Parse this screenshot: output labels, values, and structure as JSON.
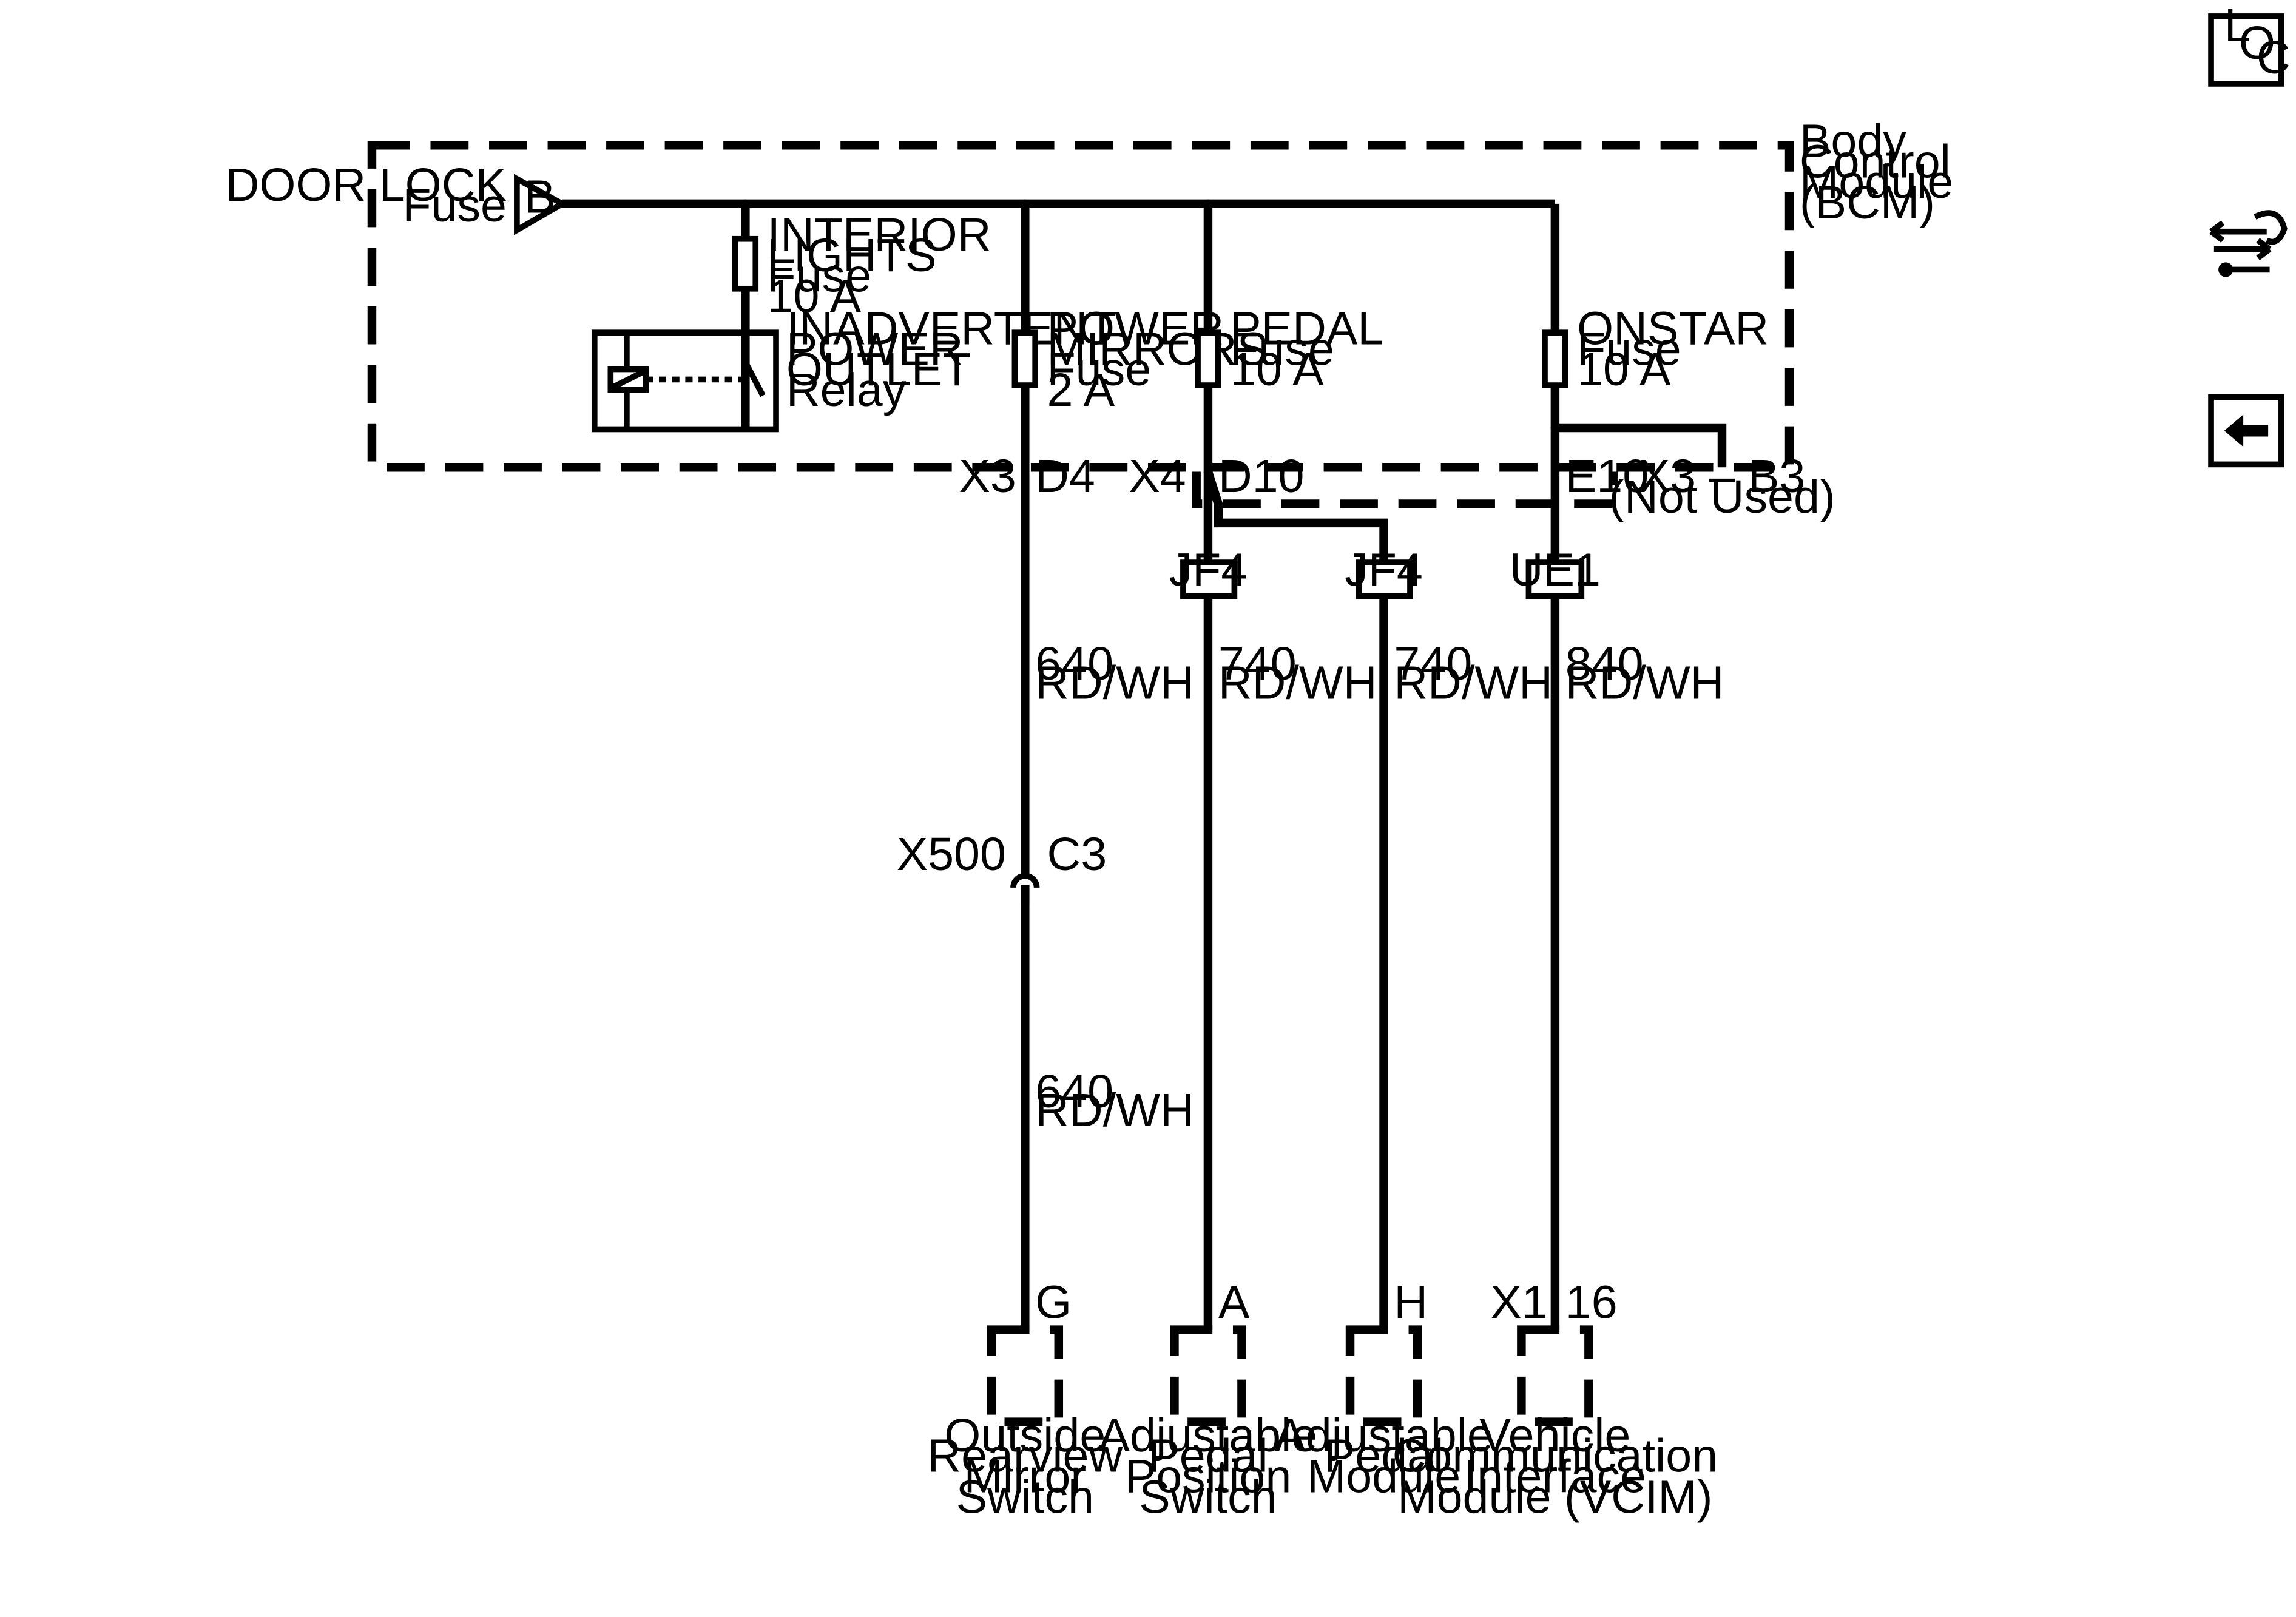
{
  "module": {
    "name_lines": [
      "Body",
      "Control",
      "Module",
      "(BCM)"
    ]
  },
  "door_lock": {
    "label": "DOOR LOCK",
    "sub": "Fuse",
    "symbol": "B"
  },
  "interior_fuse": {
    "lines": [
      "INTERIOR",
      "LIGHTS",
      "Fuse",
      "10 A"
    ]
  },
  "relay": {
    "lines": [
      "INADVERTENT",
      "POWER",
      "OUTLET",
      "Relay"
    ]
  },
  "mirrors_fuse": {
    "lines": [
      "POWER",
      "MIRRORS",
      "Fuse",
      "2 A"
    ]
  },
  "pedal_fuse": {
    "lines": [
      "PEDAL",
      "Fuse",
      "10 A"
    ]
  },
  "onstar_fuse": {
    "lines": [
      "ONSTAR",
      "Fuse",
      "10 A"
    ]
  },
  "connectors": {
    "x3": "X3",
    "d4": "D4",
    "x4": "X4",
    "d10": "D10",
    "e10": "E10",
    "x3b3": "X3 – B3",
    "not_used": "(Not Used)"
  },
  "splices": {
    "jf4_a": "JF4",
    "jf4_b": "JF4",
    "ue1": "UE1"
  },
  "wires": {
    "w640_top": [
      "640",
      "RD/WH"
    ],
    "w740_a": [
      "740",
      "RD/WH"
    ],
    "w740_b": [
      "740",
      "RD/WH"
    ],
    "w840": [
      "840",
      "RD/WH"
    ],
    "w640_bottom": [
      "640",
      "RD/WH"
    ]
  },
  "inline_connector": {
    "name": "X500",
    "pin": "C3"
  },
  "pins": {
    "g": "G",
    "a": "A",
    "h": "H",
    "x1": "X1",
    "p16": "16"
  },
  "components": {
    "mirror_switch": [
      "Outside",
      "Rearview",
      "Mirror",
      "Switch"
    ],
    "pedal_switch": [
      "Adjustable",
      "Pedal",
      "Position",
      "Switch"
    ],
    "pedal_module": [
      "Adjustable",
      "Pedal",
      "Module"
    ],
    "vcim": [
      "Vehicle",
      "Communication",
      "Interface",
      "Module (VCIM)"
    ]
  },
  "nav": {
    "loc_letters": [
      "L",
      "O",
      "C"
    ],
    "icons": [
      "loc-icon",
      "connector-tool-icon",
      "back-arrow-icon"
    ]
  }
}
